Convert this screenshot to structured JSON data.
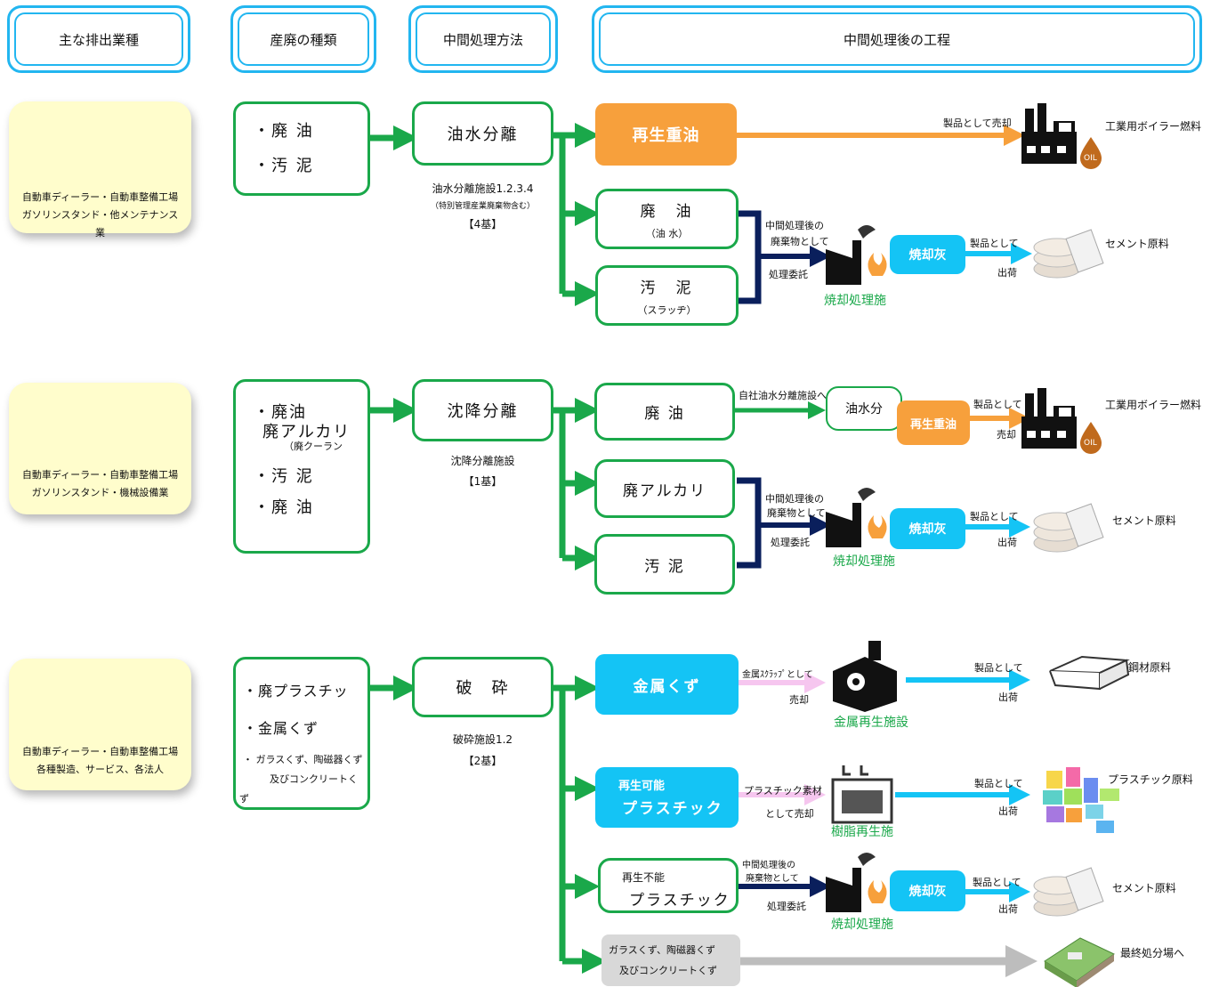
{
  "headers": [
    "主な排出業種",
    "産廃の種類",
    "中間処理方法",
    "中間処理後の工程"
  ],
  "industries": [
    {
      "line1": "自動車ディーラー・自動車整備工場",
      "line2": "ガソリンスタンド・他メンテナンス",
      "line3": "業"
    },
    {
      "line1": "自動車ディーラー・自動車整備工場",
      "line2": "ガソリンスタンド・機械設備業"
    },
    {
      "line1": "自動車ディーラー・自動車整備工場",
      "line2": "各種製造、サービス、各法人"
    }
  ],
  "waste_types": {
    "row1": [
      "・廃 油",
      "・汚 泥"
    ],
    "row2": {
      "a": "・廃油",
      "b": "廃アルカリ",
      "b_note": "（廃クーラン",
      "c": "・汚 泥",
      "d": "・廃 油"
    },
    "row3": {
      "a": "・廃プラスチッ",
      "b": "・金属くず",
      "c1": "・ ガラスくず、陶磁器くず",
      "c2": "及びコンクリートく",
      "c3": "ず"
    }
  },
  "methods": [
    {
      "name": "油水分離",
      "facility": "油水分離施設1.2.3.4",
      "note": "（特別管理産業廃棄物含む）",
      "count": "【4基】"
    },
    {
      "name": "沈降分離",
      "facility": "沈降分離施設",
      "count": "【1基】"
    },
    {
      "name": "破　砕",
      "facility": "破砕施設1.2",
      "count": "【2基】"
    }
  ],
  "row1": {
    "recycled_oil": "再生重油",
    "sold_label": "製品として売却",
    "boiler_fuel": "工業用ボイラー燃料",
    "waste_oil": "廃　油",
    "waste_oil_sub": "（油 水）",
    "sludge": "汚　泥",
    "sludge_sub": "（スラッヂ）",
    "consign_1": "中間処理後の",
    "consign_2": "廃棄物として",
    "consign_3": "処理委託",
    "incinerator": "焼却処理施",
    "ash": "焼却灰",
    "ship_1": "製品として",
    "ship_2": "出荷",
    "cement": "セメント原料"
  },
  "row2": {
    "waste_oil": "廃 油",
    "in_house": "自社油水分離施設へ",
    "oil_water": "油水分",
    "recycled_oil": "再生重油",
    "sold_1": "製品として",
    "sold_2": "売却",
    "boiler_fuel": "工業用ボイラー燃料",
    "alkali": "廃アルカリ",
    "sludge": "汚 泥",
    "consign_1": "中間処理後の",
    "consign_2": "廃棄物として",
    "consign_3": "処理委託",
    "incinerator": "焼却処理施",
    "ash": "焼却灰",
    "ship_1": "製品として",
    "ship_2": "出荷",
    "cement": "セメント原料"
  },
  "row3": {
    "metal": "金属くず",
    "metal_scrap": "金属ｽｸﾗｯﾌﾟとして",
    "metal_sold": "売却",
    "metal_facility": "金属再生施設",
    "ship_1": "製品として",
    "ship_2": "出荷",
    "steel": "鋼材原料",
    "recyclable_1": "再生可能",
    "recyclable_2": "プラスチック",
    "plastic_material": "プラスチック素材",
    "plastic_sold": "として売却",
    "resin_facility": "樹脂再生施",
    "plastic_raw": "プラスチック原料",
    "nonrecyclable_1": "再生不能",
    "nonrecyclable_2": "プラスチック",
    "consign_1": "中間処理後の",
    "consign_2": "廃棄物として",
    "consign_3": "処理委託",
    "incinerator": "焼却処理施",
    "ash": "焼却灰",
    "cement": "セメント原料",
    "glass_1": "ガラスくず、陶磁器くず",
    "glass_2": "及びコンクリートくず",
    "landfill": "最終処分場へ"
  },
  "colors": {
    "green": "#1aa84a",
    "cyan": "#14c4f5",
    "orange": "#f7a03c",
    "navy": "#0a1f5c",
    "pink": "#f6c6ef",
    "gray": "#bdbdbd",
    "header": "#22b6f0"
  }
}
